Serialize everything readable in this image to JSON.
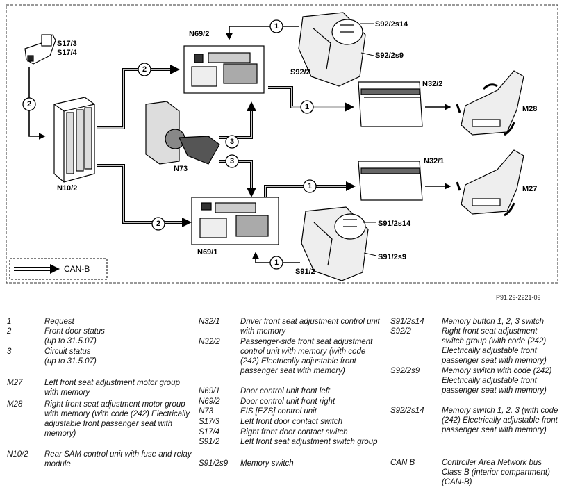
{
  "diagram": {
    "labels": {
      "s17_3": "S17/3",
      "s17_4": "S17/4",
      "n69_2": "N69/2",
      "n69_1": "N69/1",
      "n10_2": "N10/2",
      "n73": "N73",
      "s92_2": "S92/2",
      "s92_2s14": "S92/2s14",
      "s92_2s9": "S92/2s9",
      "s91_2": "S91/2",
      "s91_2s14": "S91/2s14",
      "s91_2s9": "S91/2s9",
      "n32_2": "N32/2",
      "n32_1": "N32/1",
      "m28": "M28",
      "m27": "M27"
    },
    "markers": {
      "one": "1",
      "two": "2",
      "three": "3"
    },
    "canb_key": "CAN-B",
    "reference": "P91.29-2221-09"
  },
  "legend": {
    "col1": [
      {
        "code": "1",
        "text": "Request"
      },
      {
        "code": "2",
        "text": "Front door status\n (up to 31.5.07)"
      },
      {
        "code": "3",
        "text": "Circuit status\n(up to 31.5.07)"
      },
      {
        "code": "M27",
        "text": "Left front seat adjustment motor group with memory"
      },
      {
        "code": "M28",
        "text": "Right front seat adjustment motor group with memory (with code (242) Electrically adjustable front passenger seat with memory)"
      },
      {
        "code": "N10/2",
        "text": "Rear SAM control unit with fuse and relay module"
      }
    ],
    "col2": [
      {
        "code": "N32/1",
        "text": "Driver front seat adjustment control unit with memory"
      },
      {
        "code": "N32/2",
        "text": "Passenger-side front seat adjustment control unit with memory (with code (242) Electrically adjustable front passenger seat with memory)"
      },
      {
        "code": "N69/1",
        "text": "Door control unit front left"
      },
      {
        "code": "N69/2",
        "text": "Door control unit front right"
      },
      {
        "code": "N73",
        "text": "EIS [EZS] control unit"
      },
      {
        "code": "S17/3",
        "text": "Left front door contact switch"
      },
      {
        "code": "S17/4",
        "text": "Right front door contact switch"
      },
      {
        "code": "S91/2",
        "text": "Left front seat adjustment switch group"
      },
      {
        "code": "S91/2s9",
        "text": "Memory switch"
      }
    ],
    "col3": [
      {
        "code": "S91/2s14",
        "text": "Memory button 1, 2, 3 switch"
      },
      {
        "code": "S92/2",
        "text": "Right front seat adjustment switch group (with code (242) Electrically adjustable front passenger seat with memory)"
      },
      {
        "code": "S92/2s9",
        "text": "Memory switch with code (242) Electrically adjustable front passenger seat with memory)"
      },
      {
        "code": "S92/2s14",
        "text": "Memory switch 1, 2, 3 (with code (242) Electrically adjustable front passenger seat with memory)"
      },
      {
        "code": "CAN B",
        "text": "Controller Area Network bus Class B (interior compartment) (CAN-B)"
      }
    ]
  }
}
